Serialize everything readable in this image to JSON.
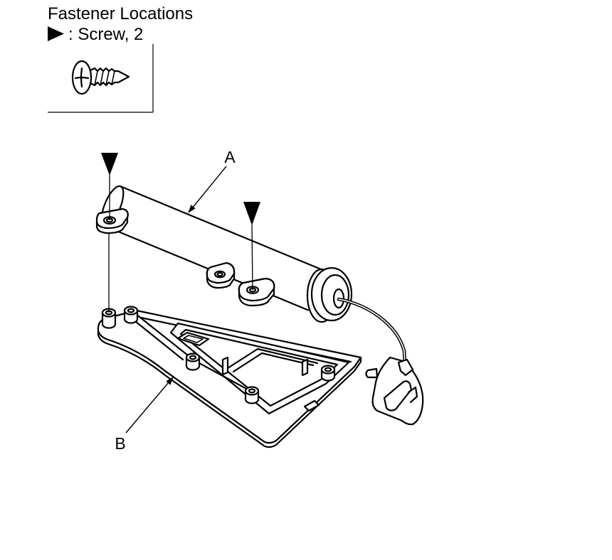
{
  "header": {
    "title": "Fastener Locations",
    "legend_icon": "screw-marker-icon",
    "legend_text": ": Screw, 2"
  },
  "legend_box": {
    "icon": "screw-icon"
  },
  "callouts": {
    "a": "A",
    "b": "B"
  },
  "colors": {
    "ink": "#000000",
    "paper": "#ffffff"
  }
}
